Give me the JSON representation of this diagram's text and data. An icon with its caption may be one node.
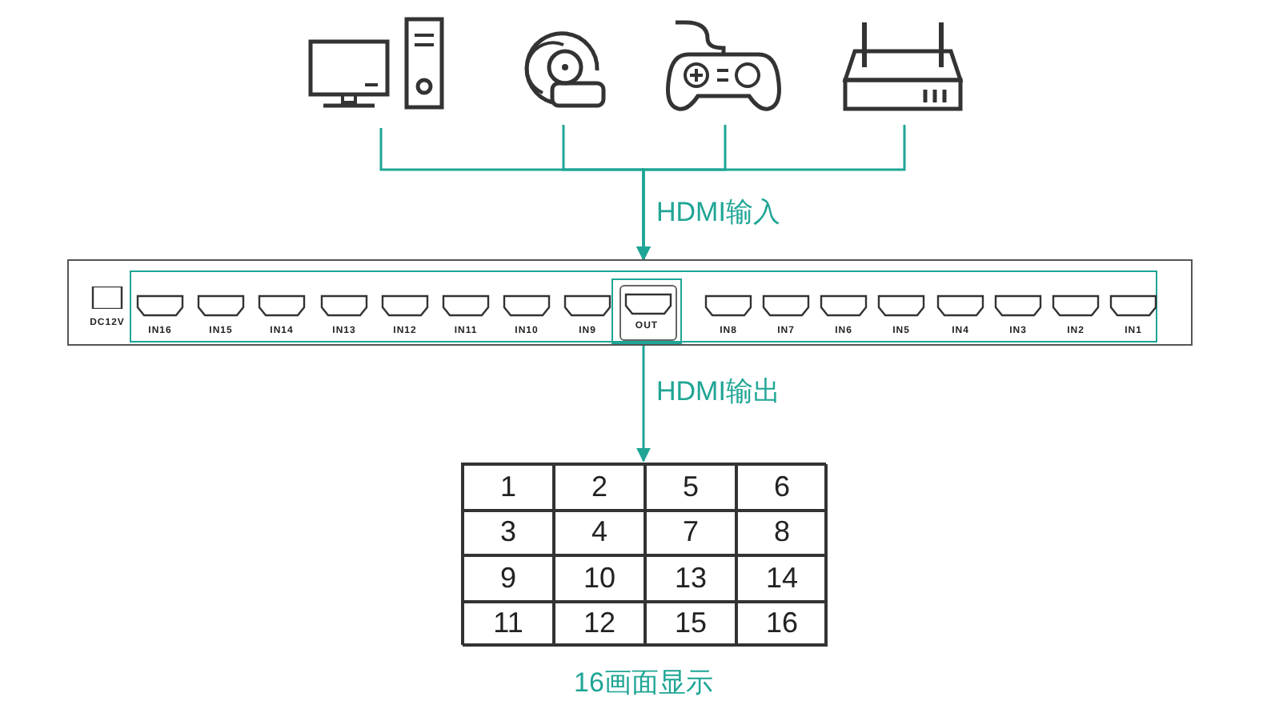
{
  "diagram": {
    "nodes": [
      {
        "text": [],
        "shape": "computer"
      },
      {
        "text": [],
        "shape": "disc"
      },
      {
        "text": [],
        "shape": "gamepad"
      },
      {
        "text": [],
        "shape": "router"
      },
      {
        "text": [],
        "shape": "box"
      },
      {
        "text": [
          "DC12V"
        ],
        "in": 4
      },
      {
        "text": [],
        "shape": "box",
        "in": 4
      },
      {
        "text": [
          "IN16"
        ],
        "in": 6
      },
      {
        "text": [
          "IN15"
        ],
        "in": 6
      },
      {
        "text": [
          "IN14"
        ],
        "in": 6
      },
      {
        "text": [
          "IN13"
        ],
        "in": 6
      },
      {
        "text": [
          "IN12"
        ],
        "in": 6
      },
      {
        "text": [
          "IN11"
        ],
        "in": 6
      },
      {
        "text": [
          "IN10"
        ],
        "in": 6
      },
      {
        "text": [
          "IN9"
        ],
        "in": 6
      },
      {
        "text": [
          "OUT"
        ],
        "in": 6
      },
      {
        "text": [
          "IN8"
        ],
        "in": 6
      },
      {
        "text": [
          "IN7"
        ],
        "in": 6
      },
      {
        "text": [
          "IN6"
        ],
        "in": 6
      },
      {
        "text": [
          "IN5"
        ],
        "in": 6
      },
      {
        "text": [
          "IN4"
        ],
        "in": 6
      },
      {
        "text": [
          "IN3"
        ],
        "in": 6
      },
      {
        "text": [
          "IN2"
        ],
        "in": 6
      },
      {
        "text": [
          "IN1"
        ],
        "in": 6
      },
      {
        "text": [],
        "shape": "box",
        "beside": [
          "16画面显示"
        ]
      },
      {
        "text": [
          "1"
        ],
        "in": 24
      },
      {
        "text": [
          "2"
        ],
        "in": 24
      },
      {
        "text": [
          "5"
        ],
        "in": 24
      },
      {
        "text": [
          "6"
        ],
        "in": 24
      },
      {
        "text": [
          "3"
        ],
        "in": 24
      },
      {
        "text": [
          "4"
        ],
        "in": 24
      },
      {
        "text": [
          "7"
        ],
        "in": 24
      },
      {
        "text": [
          "8"
        ],
        "in": 24
      },
      {
        "text": [
          "9"
        ],
        "in": 24
      },
      {
        "text": [
          "10"
        ],
        "in": 24
      },
      {
        "text": [
          "13"
        ],
        "in": 24
      },
      {
        "text": [
          "14"
        ],
        "in": 24
      },
      {
        "text": [
          "11"
        ],
        "in": 24
      },
      {
        "text": [
          "12"
        ],
        "in": 24
      },
      {
        "text": [
          "15"
        ],
        "in": 24
      },
      {
        "text": [
          "16"
        ],
        "in": 24
      }
    ],
    "edges": [
      {
        "from": 0,
        "to": 4,
        "arrow": "to",
        "label": "HDMI输入"
      },
      {
        "from": 1,
        "to": 4,
        "arrow": "to"
      },
      {
        "from": 2,
        "to": 4,
        "arrow": "to"
      },
      {
        "from": 3,
        "to": 4,
        "arrow": "to"
      },
      {
        "from": 15,
        "to": 24,
        "arrow": "to",
        "label": "HDMI输出"
      }
    ]
  }
}
